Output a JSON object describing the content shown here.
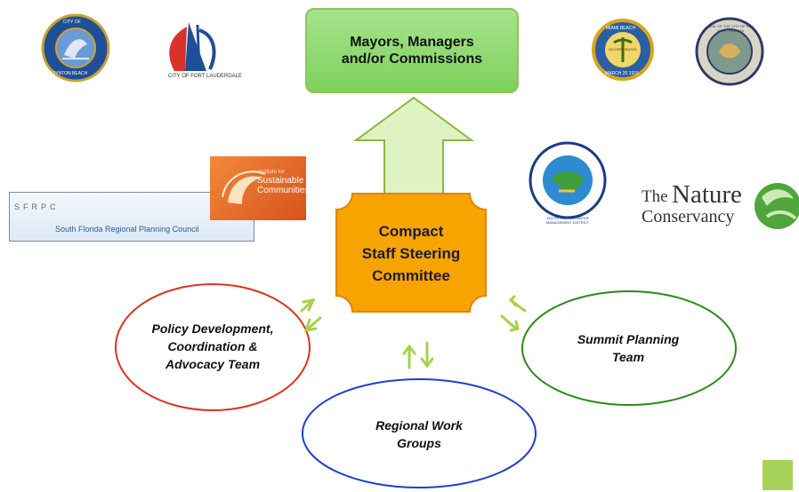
{
  "top_box": {
    "label": "Mayors, Managers and/or Commissions"
  },
  "center": {
    "lines": [
      "Compact",
      "Staff Steering",
      "Committee"
    ]
  },
  "teams": {
    "policy": "Policy Development, Coordination & Advocacy Team",
    "summit": "Summit Planning Team",
    "regional": "Regional Work Groups"
  },
  "logos": {
    "boynton": {
      "arc_top": "CITY OF",
      "arc_bottom": "BOYNTON BEACH"
    },
    "fort_lauderdale": {
      "caption": "CITY OF FORT LAUDERDALE"
    },
    "miami_beach": {
      "top": "MIAMI BEACH",
      "middle": "INCORPORATED",
      "bottom": "MARCH 26 1915"
    },
    "key_west": {
      "text": "SEAL OF THE CITY OF KEY WEST FLORIDA"
    },
    "sfwmd": {
      "text": "SOUTH FLORIDA WATER MANAGEMENT DISTRICT"
    },
    "isc": {
      "line1": "Institute for",
      "line2": "Sustainable",
      "line3": "Communities"
    },
    "sfrpc": {
      "abbrev": "SFRPC",
      "name": "South Florida Regional Planning Council"
    },
    "tnc": {
      "the": "The",
      "nature": "Nature",
      "conservancy": "Conservancy"
    }
  },
  "colors": {
    "top_box": "#7fd15c",
    "arrow_up": "#d8f0b4",
    "center_box": "#f7a300",
    "policy_border": "#e0301e",
    "summit_border": "#2a8a1a",
    "regional_border": "#1e3fcf",
    "small_arrows": "#a6d24a"
  }
}
